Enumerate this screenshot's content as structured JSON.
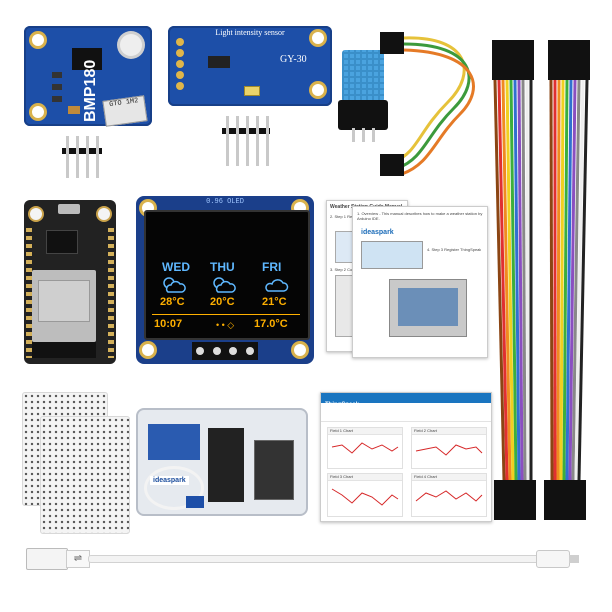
{
  "bmp180": {
    "label": "BMP180",
    "chip": "GTO 1M2"
  },
  "gy30": {
    "title": "Light intensity sensor",
    "model": "GY-30"
  },
  "oled": {
    "header": "0.96 OLED",
    "days": [
      "WED",
      "THU",
      "FRI"
    ],
    "temps": [
      "28°C",
      "20°C",
      "21°C"
    ],
    "time": "10:07",
    "indoor_temp": "17.0°C"
  },
  "manual": {
    "title": "Weather Station Guide Manual",
    "brand": "ideaspark",
    "step1": "1. Overview - This manual describes how to make a weather station by Arduino IDE.",
    "step2": "2. Step 1 Required Components",
    "step3": "3. Step 2 Connect",
    "step4": "4. Step 3 Register ThingSpeak"
  },
  "case_brand": "ideaspark",
  "dashboard": {
    "brand": "ThingSpeak",
    "charts": [
      "Field 1 Chart",
      "Field 2 Chart",
      "Field 3 Chart",
      "Field 4 Chart"
    ]
  },
  "colors": {
    "pcb_blue": "#1d4fa8",
    "oled_blue": "#5fb8ff",
    "oled_amber": "#ffb000",
    "nodemcu_black": "#222222",
    "dht_blue": "#4aa3df"
  }
}
